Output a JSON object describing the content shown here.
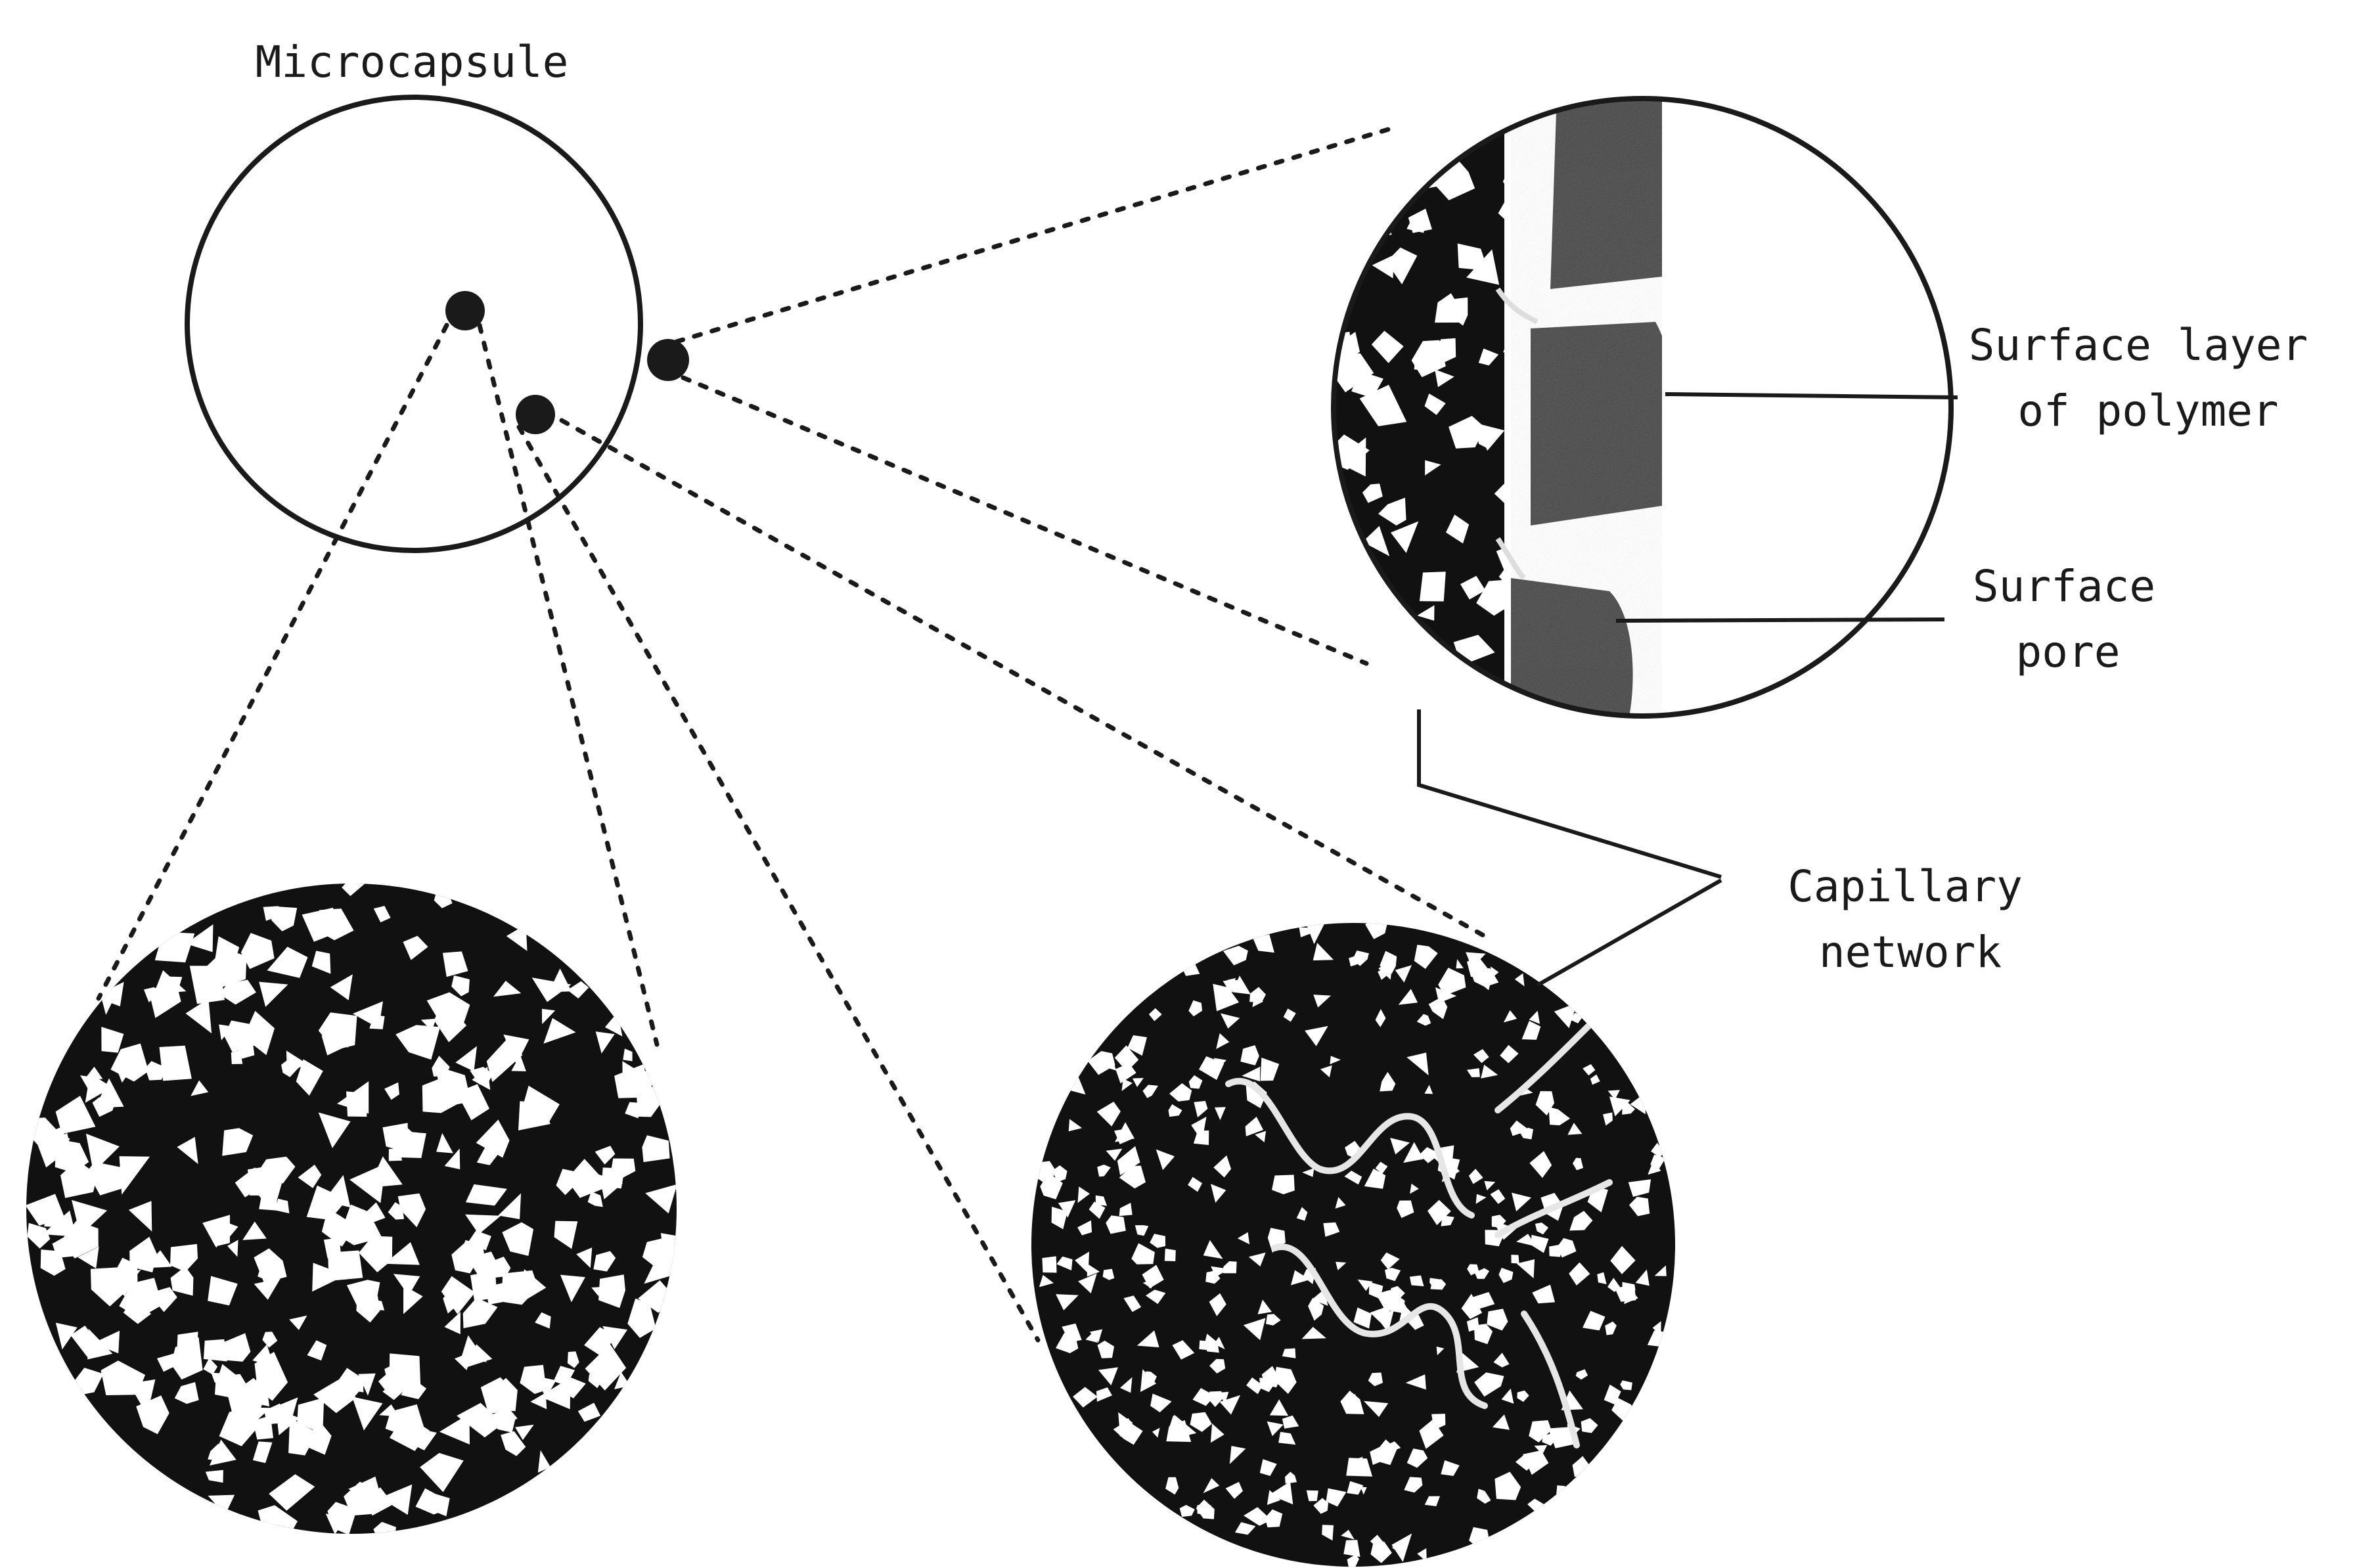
{
  "labels": {
    "microcapsule": "Microcapsule",
    "surface_layer_line1": "Surface layer",
    "surface_layer_line2": "of polymer",
    "surface_pore_line1": "Surface",
    "surface_pore_line2": "pore",
    "capillary_line1": "Capillary",
    "capillary_line2": "network"
  },
  "colors": {
    "ink": "#1a1a1a",
    "polymer_layer": "#4a4a4a",
    "background": "#ffffff"
  }
}
